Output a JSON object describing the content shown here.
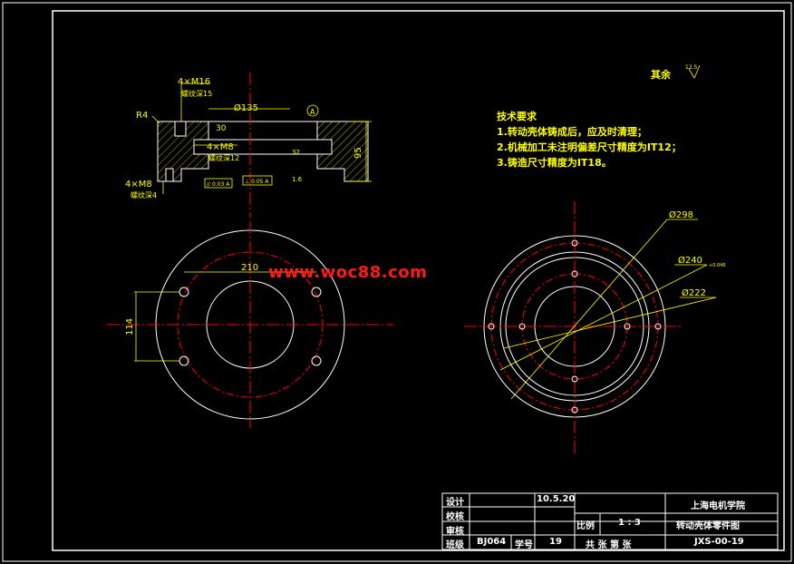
{
  "top_view": {
    "callout_hole1": "4×M16",
    "callout_depth1": "螺纹深15",
    "radius": "R4",
    "diameter_135": "Ø135",
    "dim_30": "30",
    "callout_hole2": "4×M8",
    "callout_depth2": "螺纹深12",
    "datum": "A",
    "dim_95": "95",
    "callout_hole3": "4×M8",
    "callout_depth3": "螺纹深4",
    "tol1": "// 0.03 A",
    "tol2": "⊥ 0.05 A",
    "finish_32": "32",
    "finish_16": "1.6"
  },
  "left_view": {
    "dim_210": "210",
    "dim_114": "114"
  },
  "right_view": {
    "d298": "Ø298",
    "d240": "Ø240",
    "d240_tol": "+0.046",
    "d222": "Ø222"
  },
  "watermark": "www.woc88.com",
  "surface_note": {
    "label": "其余",
    "value": "12.5"
  },
  "tech_requirements": {
    "title": "技术要求",
    "items": [
      "1.转动壳体铸成后，应及时清理；",
      "2.机械加工未注明偏差尺寸精度为IT12；",
      "3.铸造尺寸精度为IT18。"
    ]
  },
  "title_block": {
    "design_label": "设计",
    "check_label": "校核",
    "review_label": "审核",
    "class_label": "班级",
    "class_value": "BJ064",
    "student_no_label": "学号",
    "student_no_value": "19",
    "date": "10.5.20",
    "school": "上海电机学院",
    "scale_label": "比例",
    "scale_value": "1 : 3",
    "part_name": "转动壳体零件图",
    "sheets": "共 张 第 张",
    "drawing_no": "JXS-00-19"
  },
  "colors": {
    "background": "#000000",
    "outline": "#ffffff",
    "center_line": "#ff0000",
    "dimension": "#ffff00",
    "hatch": "#ffff00",
    "watermark": "#ff1a1a"
  }
}
